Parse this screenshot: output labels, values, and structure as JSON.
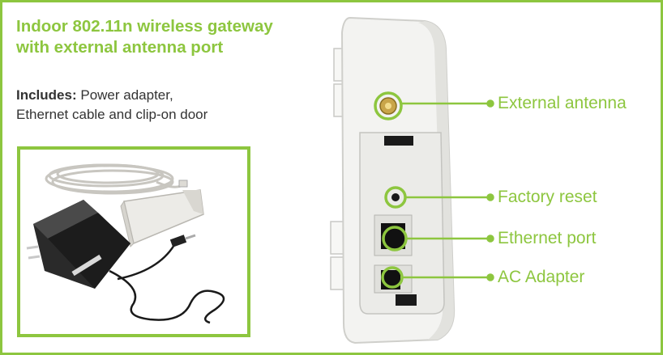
{
  "title": {
    "line1": "Indoor 802.11n wireless gateway",
    "line2": "with external antenna port"
  },
  "includes": {
    "label": "Includes:",
    "line1": "Power adapter,",
    "line2": "Ethernet cable and clip-on door"
  },
  "callouts": [
    {
      "id": "external-antenna",
      "label": "External antenna"
    },
    {
      "id": "factory-reset",
      "label": "Factory reset"
    },
    {
      "id": "ethernet-port",
      "label": "Ethernet port"
    },
    {
      "id": "ac-adapter",
      "label": "AC Adapter"
    }
  ],
  "colors": {
    "accent": "#8dc63f",
    "text": "#333333",
    "device": "#f2f2f0"
  },
  "icons": [
    "antenna-connector-icon",
    "reset-button-icon",
    "ethernet-jack-icon",
    "power-jack-icon",
    "power-adapter-icon",
    "ethernet-cable-icon",
    "clip-on-door-icon"
  ]
}
